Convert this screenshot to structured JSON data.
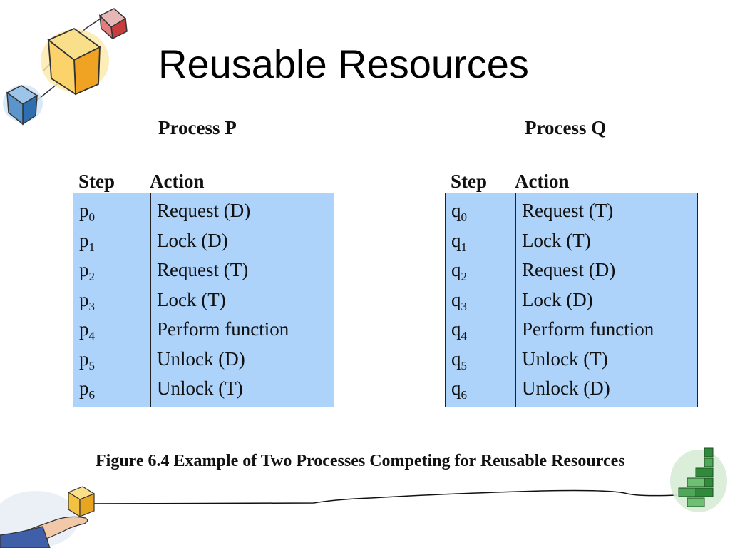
{
  "slide": {
    "title": "Reusable Resources"
  },
  "process_p": {
    "title": "Process P",
    "col_step": "Step",
    "col_action": "Action",
    "rows": [
      {
        "step": "p",
        "sub": "0",
        "action": "Request (D)"
      },
      {
        "step": "p",
        "sub": "1",
        "action": "Lock (D)"
      },
      {
        "step": "p",
        "sub": "2",
        "action": "Request (T)"
      },
      {
        "step": "p",
        "sub": "3",
        "action": "Lock (T)"
      },
      {
        "step": "p",
        "sub": "4",
        "action": "Perform function"
      },
      {
        "step": "p",
        "sub": "5",
        "action": "Unlock (D)"
      },
      {
        "step": "p",
        "sub": "6",
        "action": "Unlock (T)"
      }
    ]
  },
  "process_q": {
    "title": "Process Q",
    "col_step": "Step",
    "col_action": "Action",
    "rows": [
      {
        "step": "q",
        "sub": "0",
        "action": "Request (T)"
      },
      {
        "step": "q",
        "sub": "1",
        "action": "Lock (T)"
      },
      {
        "step": "q",
        "sub": "2",
        "action": "Request (D)"
      },
      {
        "step": "q",
        "sub": "3",
        "action": "Lock (D)"
      },
      {
        "step": "q",
        "sub": "4",
        "action": "Perform function"
      },
      {
        "step": "q",
        "sub": "5",
        "action": "Unlock (T)"
      },
      {
        "step": "q",
        "sub": "6",
        "action": "Unlock (D)"
      }
    ]
  },
  "caption": "Figure 6.4  Example of Two Processes Competing for Reusable Resources",
  "colors": {
    "table_fill": "#aed3fb",
    "border": "#222222"
  },
  "icons": [
    "cubes-clipart-icon",
    "hand-holding-box-icon",
    "brick-wall-icon"
  ]
}
